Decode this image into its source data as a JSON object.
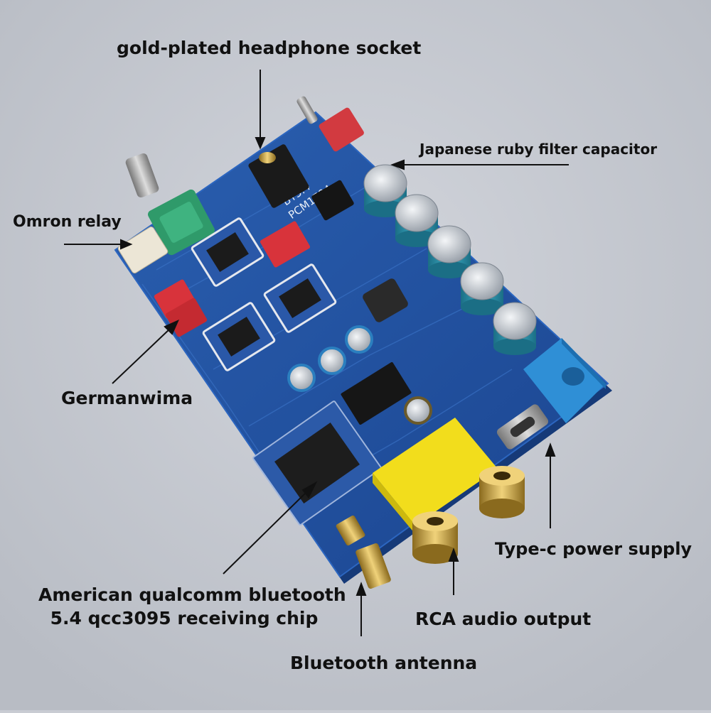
{
  "labels": {
    "headphone_socket": "gold-plated headphone socket",
    "ruby_capacitor": "Japanese ruby filter capacitor",
    "omron_relay": "Omron relay",
    "wima": "Germanwima",
    "qualcomm_line1": "American qualcomm bluetooth",
    "qualcomm_line2": "5.4 qcc3095 receiving chip",
    "type_c": "Type-c power supply",
    "rca": "RCA audio output",
    "antenna": "Bluetooth antenna"
  },
  "board_print": {
    "line1": "BT5.4",
    "line2": "PCM1794"
  },
  "colors": {
    "background": "#c9ccd3",
    "pcb": "#1f4f9c",
    "rca_housing": "#f2dd1c",
    "dc_jack": "#2f8fd6",
    "capacitor_sleeve": "#2b8fa6",
    "wima_cap": "#d8333b",
    "potentiometer": "#2f9a6a"
  }
}
